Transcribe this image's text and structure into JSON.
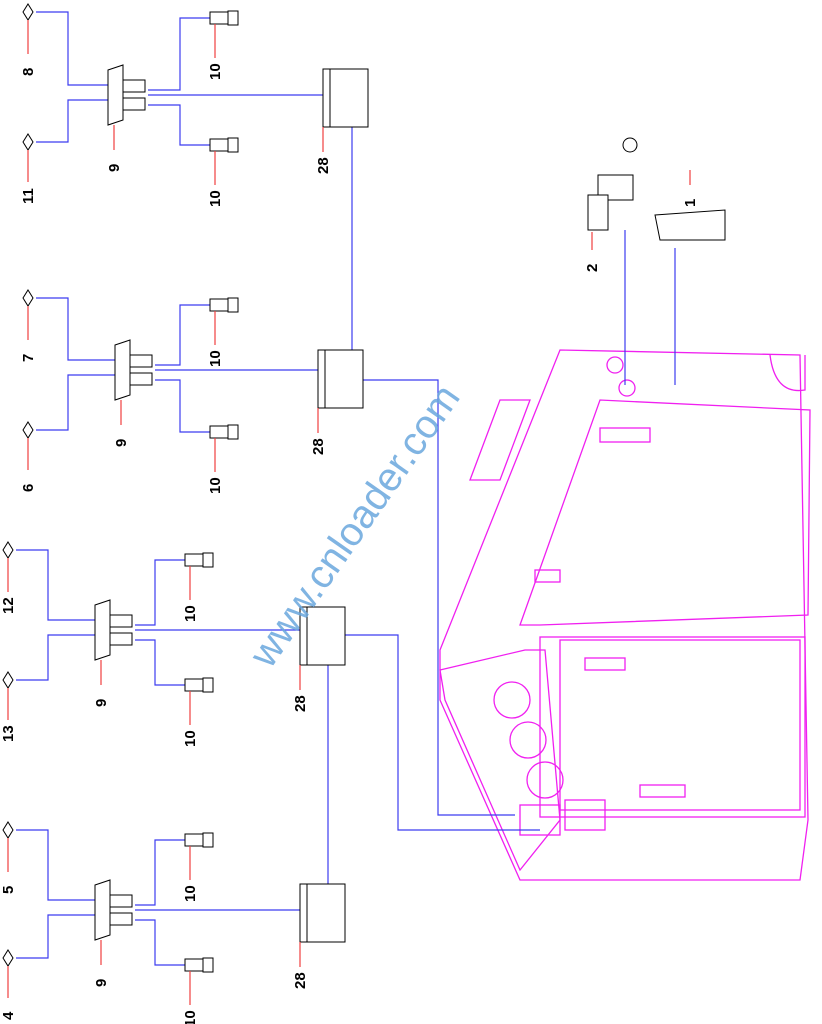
{
  "diagram": {
    "watermark": "www.cnloader.com",
    "callouts": [
      "8",
      "11",
      "9",
      "10",
      "10",
      "28",
      "7",
      "6",
      "9",
      "10",
      "10",
      "28",
      "12",
      "13",
      "9",
      "10",
      "10",
      "28",
      "5",
      "4",
      "9",
      "10",
      "10",
      "28",
      "2",
      "1"
    ],
    "colors": {
      "wire": "#3c3cf0",
      "leader": "#f04040",
      "panel": "#f020f0"
    }
  }
}
